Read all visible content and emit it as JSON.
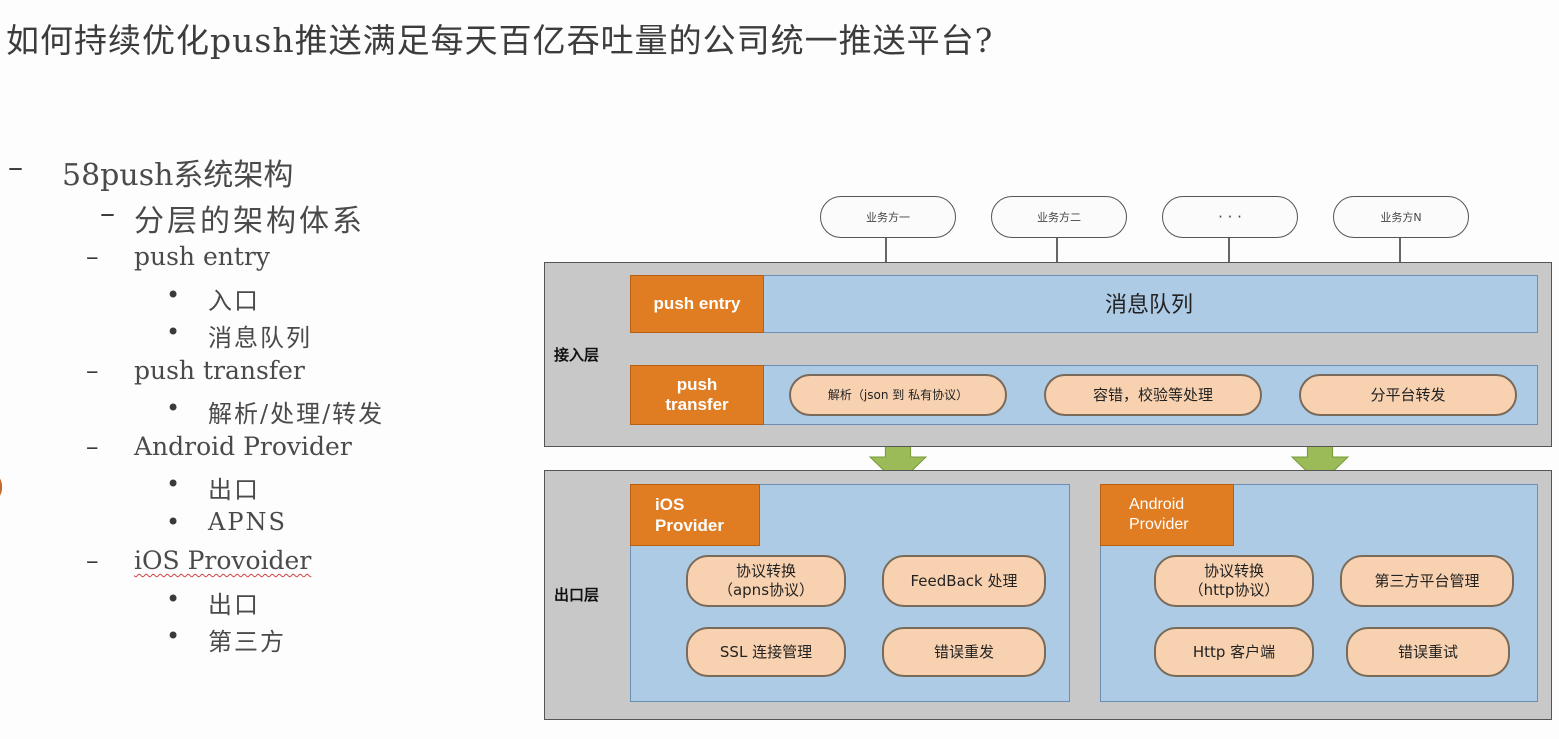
{
  "title": "如何持续优化push推送满足每天百亿吞吐量的公司统一推送平台?",
  "outline": {
    "items": [
      {
        "marker": "–",
        "text": "58push系统架构"
      },
      {
        "marker": "–",
        "text": "分层的架构体系"
      },
      {
        "marker": "–",
        "text": "push entry"
      },
      {
        "marker": "•",
        "text": "入口"
      },
      {
        "marker": "•",
        "text": "消息队列"
      },
      {
        "marker": "–",
        "text": "push transfer"
      },
      {
        "marker": "•",
        "text": "解析/处理/转发"
      },
      {
        "marker": "–",
        "text": "Android Provider"
      },
      {
        "marker": "•",
        "text": "出口"
      },
      {
        "marker": "•",
        "text": "APNS"
      },
      {
        "marker": "–",
        "text": "iOS Provoider"
      },
      {
        "marker": "•",
        "text": "出口"
      },
      {
        "marker": "•",
        "text": "第三方"
      }
    ]
  },
  "diagram": {
    "callers": [
      "业务方一",
      "业务方二",
      "· · ·",
      "业务方N"
    ],
    "access_layer": {
      "label": "接入层",
      "push_entry": "push entry",
      "queue": "消息队列",
      "push_transfer": "push\ntransfer",
      "steps": [
        "解析（json 到 私有协议）",
        "容错，校验等处理",
        "分平台转发"
      ]
    },
    "exit_layer": {
      "label": "出口层",
      "ios": {
        "title": "iOS\nProvider",
        "chips": [
          "协议转换\n（apns协议）",
          "FeedBack 处理",
          "SSL 连接管理",
          "错误重发"
        ]
      },
      "android": {
        "title": "Android\nProvider",
        "chips": [
          "协议转换\n（http协议）",
          "第三方平台管理",
          "Http 客户端",
          "错误重试"
        ]
      }
    },
    "colors": {
      "panel": "#c8c8c8",
      "blue": "#aecbe6",
      "orange": "#e07d22",
      "chip": "#f8d2b0",
      "arrow": "#9bbb59"
    }
  }
}
